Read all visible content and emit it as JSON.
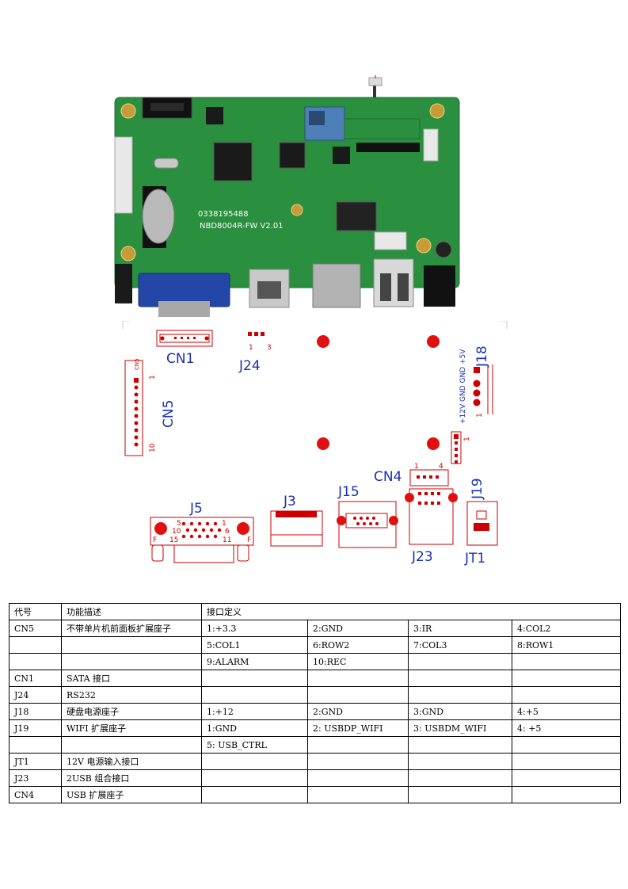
{
  "photo": {
    "pcb_serial": "0338195488",
    "pcb_model": "NBD8004R-FW V2.01"
  },
  "diagram": {
    "cn1": "CN1",
    "j24": "J24",
    "j24_pin1": "1",
    "j24_pin3": "3",
    "j18": "J18",
    "j18_pins": "+12V GND GND +5V",
    "j18_pin1": "1",
    "cn5": "CN5",
    "cn5_pin1": "1",
    "cn5_pin10": "10",
    "cn5_tag": "CN5",
    "j19": "J19",
    "j19_pin1": "1",
    "cn4": "CN4",
    "cn4_pin1": "1",
    "cn4_pin4": "4",
    "j5": "J5",
    "j5_p5": "5",
    "j5_p1": "1",
    "j5_p10": "10",
    "j5_p6": "6",
    "j5_p15": "15",
    "j5_p11": "11",
    "j5_f": "F",
    "j3": "J3",
    "j15": "J15",
    "j23": "J23",
    "jt1": "JT1"
  },
  "table": {
    "headers": [
      "代号",
      "功能描述",
      "接口定义"
    ],
    "rows": [
      [
        "CN5",
        "不带单片机前面板扩展座子",
        "1:+3.3",
        "2:GND",
        "3:IR",
        "4:COL2"
      ],
      [
        "",
        "",
        "5:COL1",
        "6:ROW2",
        "7:COL3",
        "8:ROW1"
      ],
      [
        "",
        "",
        "9:ALARM",
        "10:REC",
        "",
        ""
      ],
      [
        "CN1",
        "SATA 接口",
        "",
        "",
        "",
        ""
      ],
      [
        "J24",
        "RS232",
        "",
        "",
        "",
        ""
      ],
      [
        "J18",
        "硬盘电源座子",
        "1:+12",
        "2:GND",
        "3:GND",
        "4:+5"
      ],
      [
        "J19",
        "WIFI 扩展座子",
        "1:GND",
        "2: USBDP_WIFI",
        "3: USBDM_WIFI",
        "4: +5"
      ],
      [
        "",
        "",
        "5: USB_CTRL",
        "",
        "",
        ""
      ],
      [
        "JT1",
        "12V 电源输入接口",
        "",
        "",
        "",
        ""
      ],
      [
        "J23",
        "2USB 组合接口",
        "",
        "",
        "",
        ""
      ],
      [
        "CN4",
        "USB 扩展座子",
        "",
        "",
        "",
        ""
      ]
    ]
  }
}
